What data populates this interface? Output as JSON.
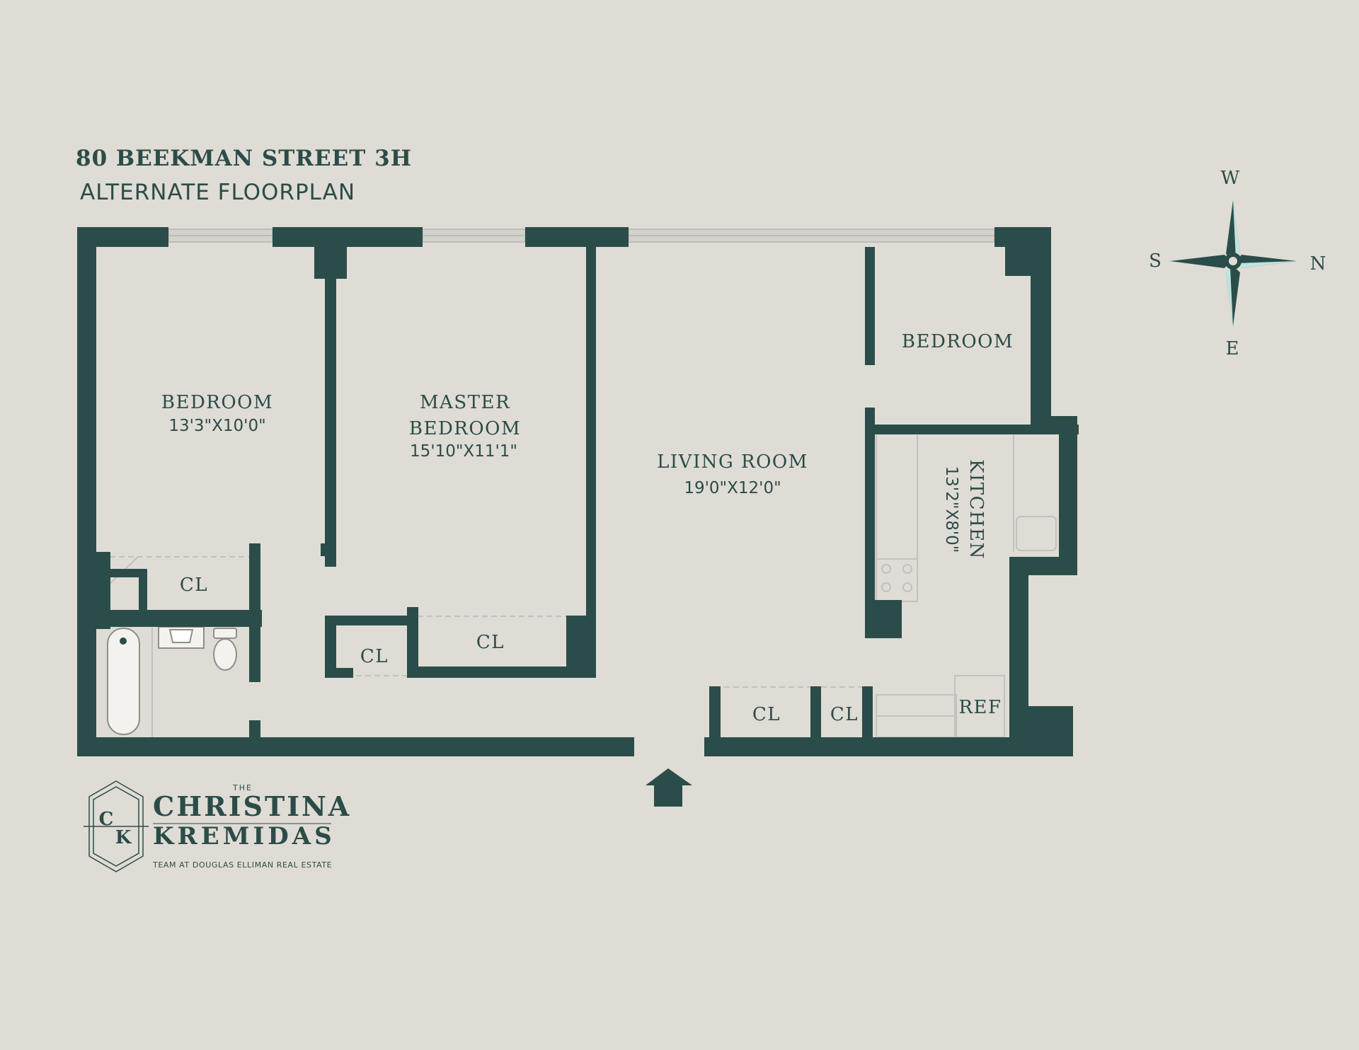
{
  "header": {
    "title": "80 BEEKMAN STREET 3H",
    "subtitle": "ALTERNATE FLOORPLAN"
  },
  "rooms": {
    "bedroom_left": {
      "label": "BEDROOM",
      "dims": "13'3\"X10'0\""
    },
    "master_bedroom": {
      "label_line1": "MASTER",
      "label_line2": "BEDROOM",
      "dims": "15'10\"X11'1\""
    },
    "living_room": {
      "label": "LIVING ROOM",
      "dims": "19'0\"X12'0\""
    },
    "bedroom_right": {
      "label": "BEDROOM"
    },
    "kitchen": {
      "label": "KITCHEN",
      "dims": "13'2\"X8'0\""
    },
    "ref": {
      "label": "REF"
    }
  },
  "closets": {
    "cl_1": "CL",
    "cl_2": "CL",
    "cl_3": "CL",
    "cl_4": "CL",
    "cl_5": "CL"
  },
  "compass": {
    "top": "W",
    "left": "S",
    "right": "N",
    "bottom": "E"
  },
  "logo": {
    "the": "THE",
    "line1": "CHRISTINA",
    "line2": "KREMIDAS",
    "tagline": "TEAM AT DOUGLAS ELLIMAN REAL ESTATE",
    "monogram_c": "C",
    "monogram_k": "K"
  },
  "colors": {
    "background": "#dfdcd5",
    "wall": "#2b4d49",
    "text": "#2c4c48",
    "window": "#cfcfcb",
    "compass_highlight": "#bfe3e0"
  },
  "icons": {
    "entry_arrow": "entry-arrow-icon",
    "compass": "compass-rose-icon"
  }
}
